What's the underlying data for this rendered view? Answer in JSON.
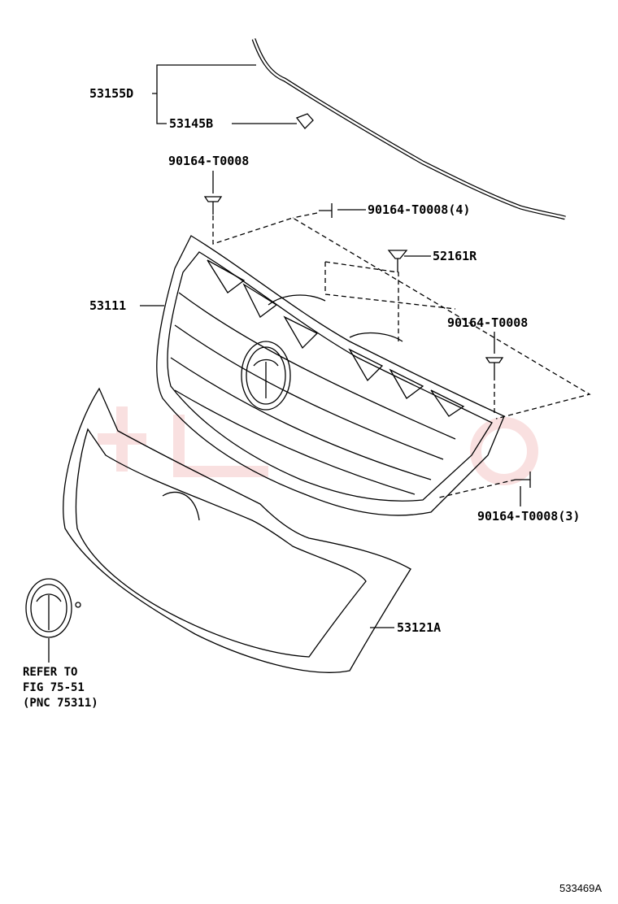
{
  "parts": {
    "molding": "53155D",
    "clip": "53145B",
    "screw_top_left": "90164-T0008",
    "screw_top_right": "90164-T0008(4)",
    "clip_center": "52161R",
    "grille": "53111",
    "screw_right": "90164-T0008",
    "screw_bottom_right": "90164-T0008(3)",
    "grille_surround": "53121A"
  },
  "reference": {
    "line1": "REFER TO",
    "line2": "FIG 75-51",
    "line3": "(PNC 75311)"
  },
  "diagram_code": "533469A"
}
